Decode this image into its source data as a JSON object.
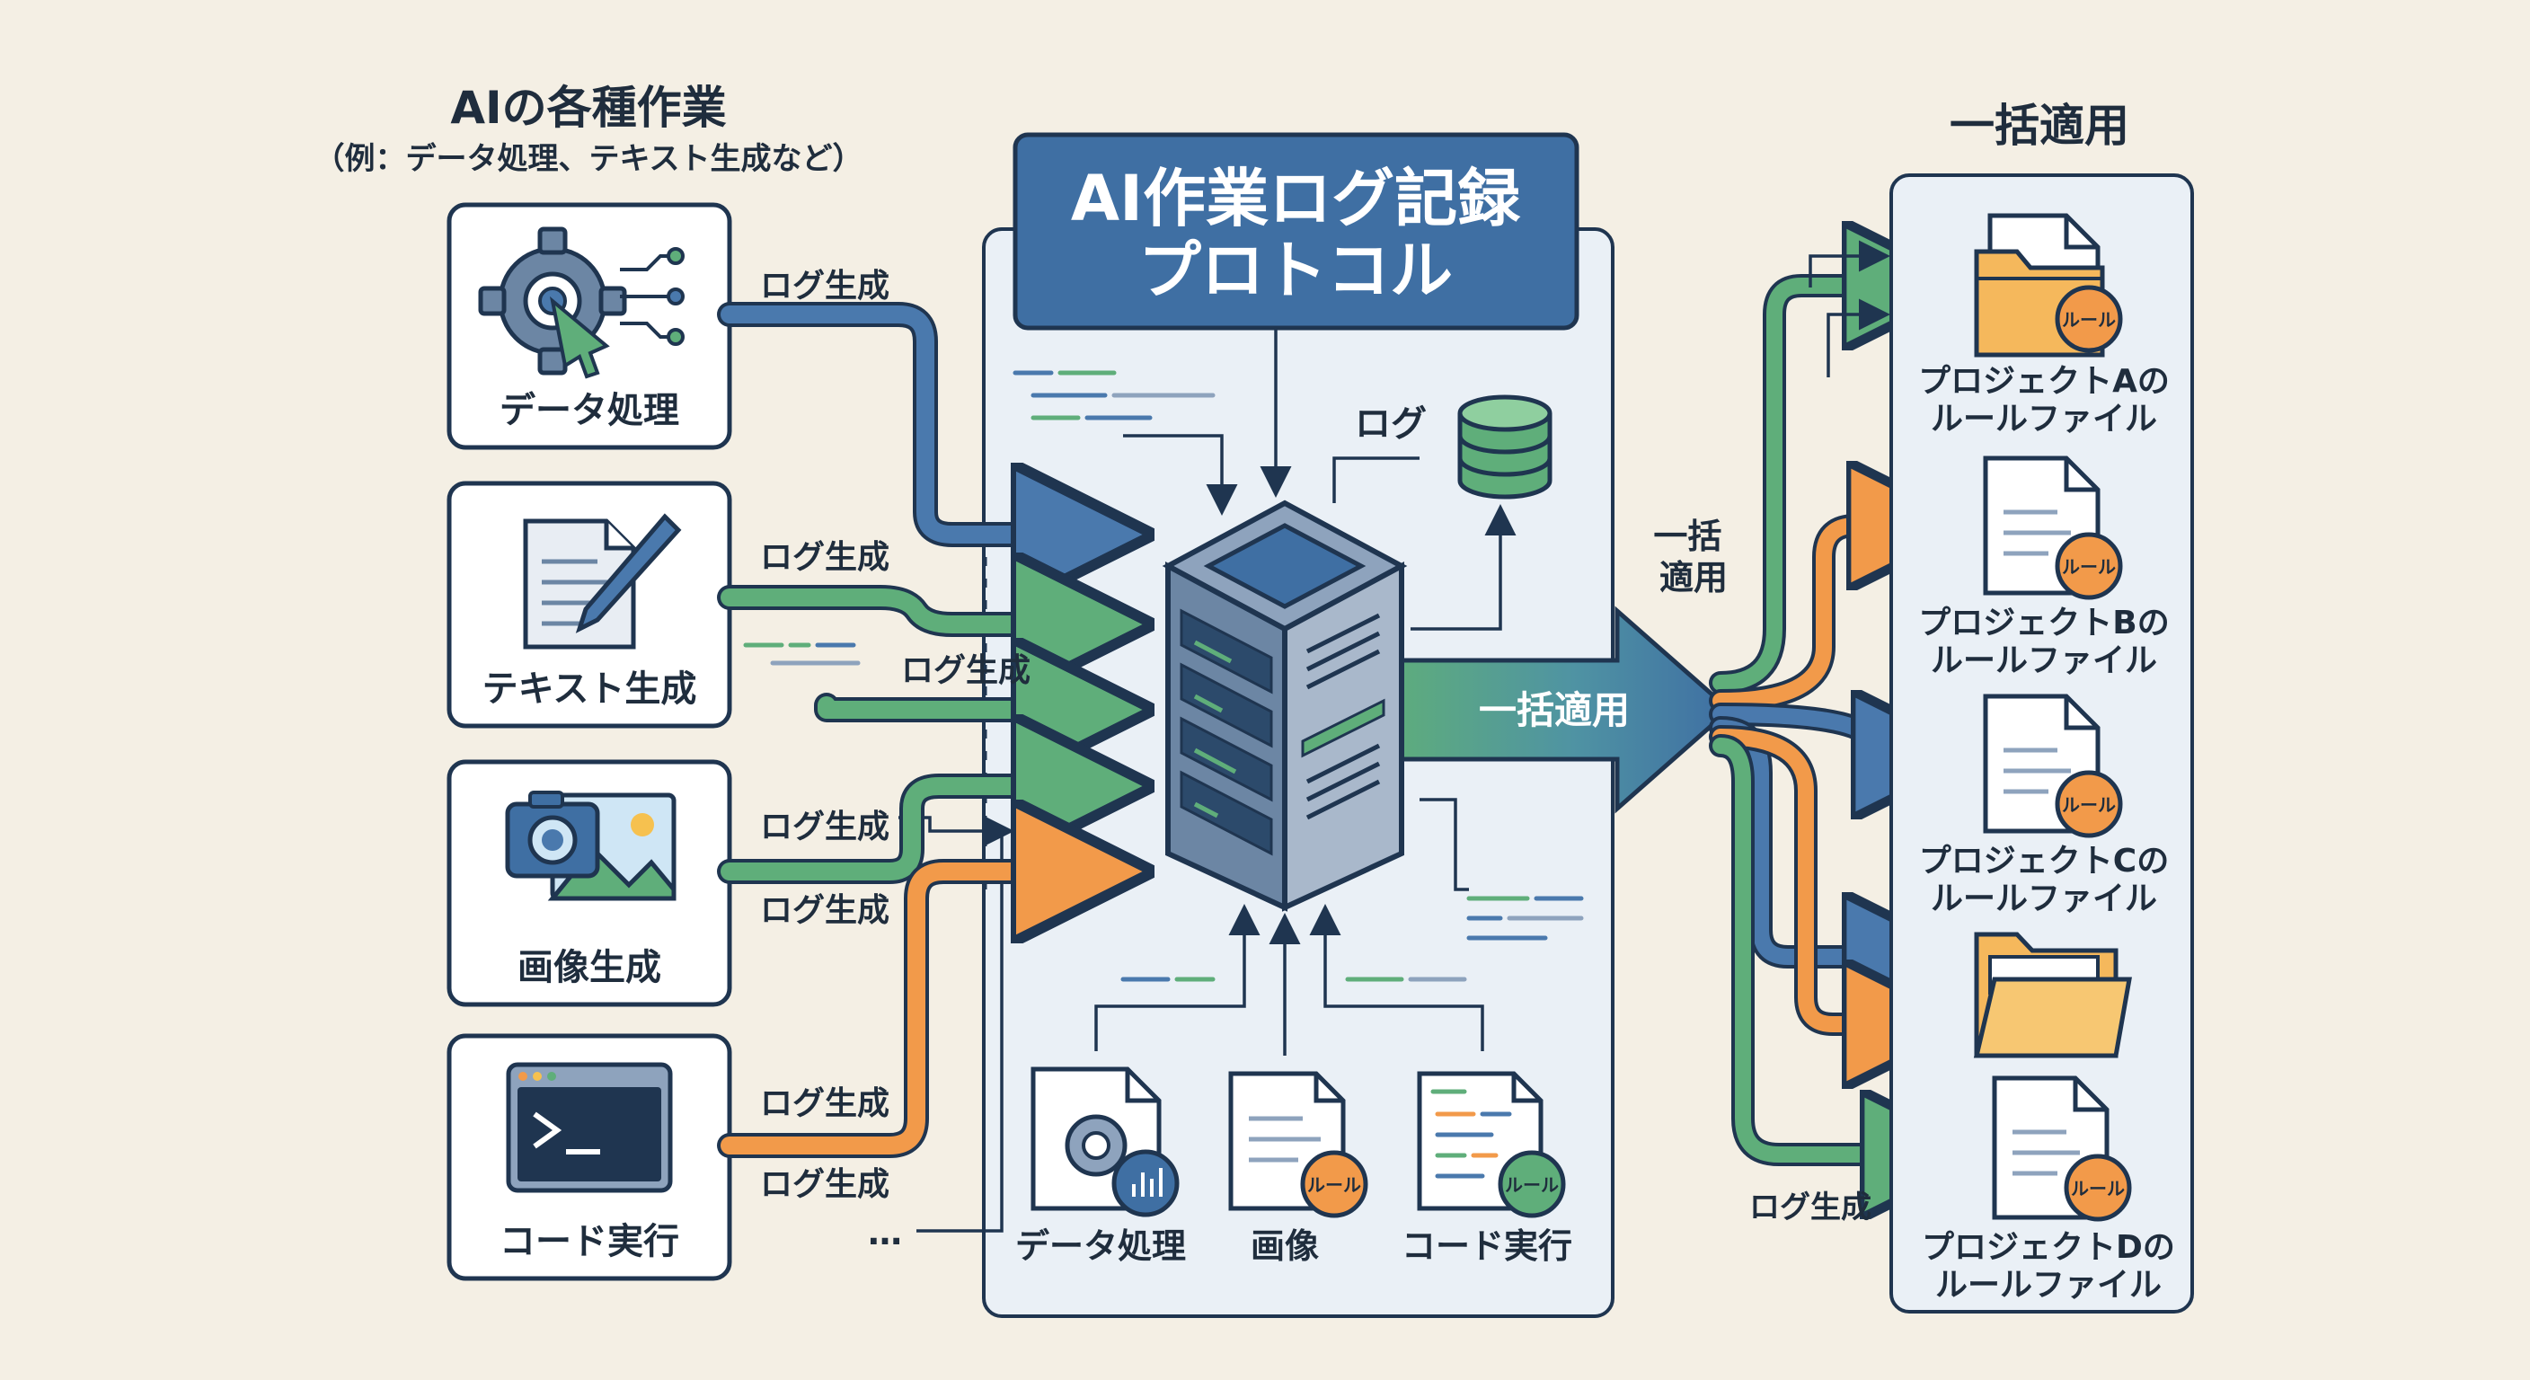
{
  "left_header": {
    "title": "AIの各種作業",
    "subtitle": "（例：データ処理、テキスト生成など）"
  },
  "tasks": [
    {
      "label": "データ処理"
    },
    {
      "label": "テキスト生成"
    },
    {
      "label": "画像生成"
    },
    {
      "label": "コード実行"
    }
  ],
  "arrow_labels": {
    "log_gen": "ログ生成",
    "log": "ログ",
    "bulk_apply": "一括適用",
    "bulk_apply_small": "一括\n適用",
    "ellipsis": "…"
  },
  "protocol": {
    "title_line1": "AI作業ログ記録",
    "title_line2": "プロトコル"
  },
  "bottom_docs": [
    {
      "label": "データ処理"
    },
    {
      "label": "画像"
    },
    {
      "label": "コード実行"
    }
  ],
  "rule_badge": "ルール",
  "right_header": {
    "title": "一括適用"
  },
  "projects": [
    {
      "line1": "プロジェクトAの",
      "line2": "ルールファイル"
    },
    {
      "line1": "プロジェクトBの",
      "line2": "ルールファイル"
    },
    {
      "line1": "プロジェクトCの",
      "line2": "ルールファイル"
    },
    {
      "line1": "プロジェクトDの",
      "line2": "ルールファイル"
    }
  ],
  "colors": {
    "blue": "#4a79ad",
    "green": "#5fae7a",
    "orange": "#f29a4a",
    "navy": "#1f3550",
    "panel": "#eaf0f6",
    "title_box": "#3f6fa3"
  }
}
